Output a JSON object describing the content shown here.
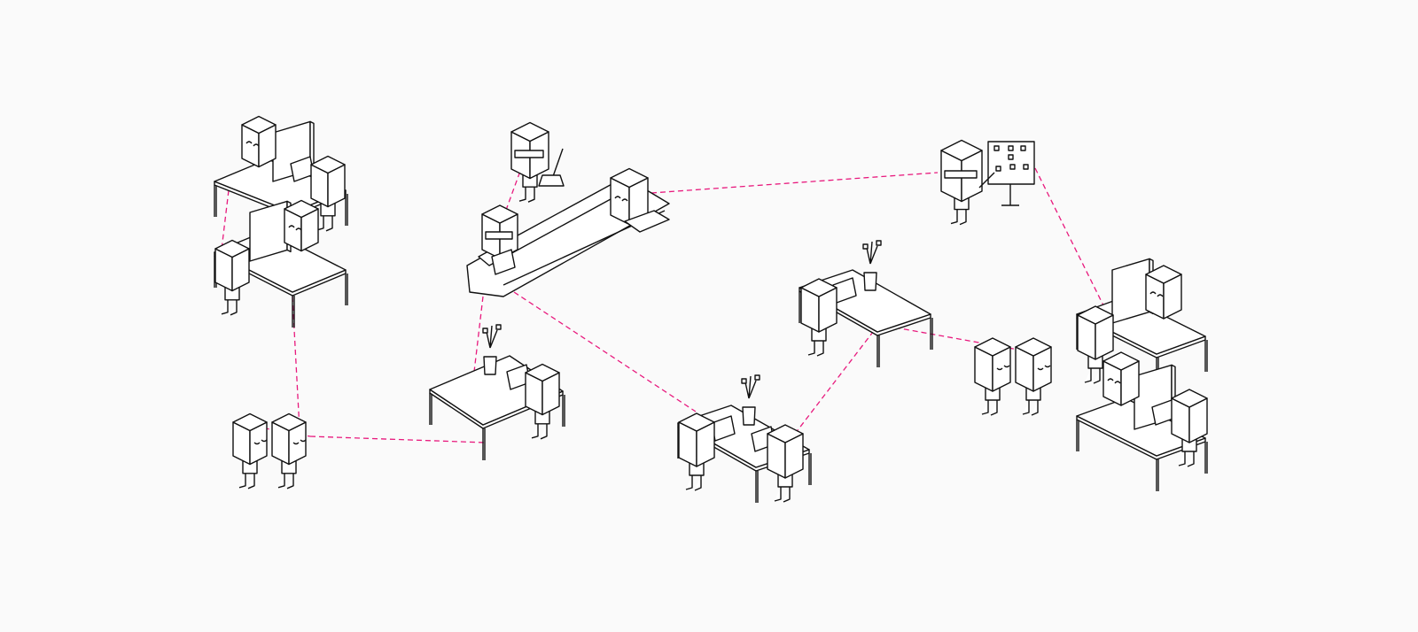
{
  "colors": {
    "background": "#fafafa",
    "outline": "#111111",
    "connector": "#e8197d"
  },
  "nodes": [
    {
      "id": "desk-cluster-left",
      "kind": "desks-pair",
      "people": 4
    },
    {
      "id": "couple-left",
      "kind": "couple",
      "people": 2
    },
    {
      "id": "desk-plant-left",
      "kind": "desk",
      "people": 1
    },
    {
      "id": "sofa",
      "kind": "sofa",
      "people": 2
    },
    {
      "id": "robot-broom",
      "kind": "robot",
      "people": 1
    },
    {
      "id": "presenter",
      "kind": "presenter",
      "people": 1
    },
    {
      "id": "desk-plant-center",
      "kind": "desk",
      "people": 1
    },
    {
      "id": "desk-plant-bottom",
      "kind": "desk",
      "people": 2
    },
    {
      "id": "couple-right",
      "kind": "couple",
      "people": 2
    },
    {
      "id": "desk-cluster-right",
      "kind": "desks-pair",
      "people": 4
    }
  ],
  "connections": [
    [
      "desk-cluster-left",
      "desk-cluster-left"
    ],
    [
      "desk-cluster-left",
      "couple-left"
    ],
    [
      "couple-left",
      "desk-plant-left"
    ],
    [
      "sofa",
      "desk-plant-left"
    ],
    [
      "robot-broom",
      "sofa"
    ],
    [
      "sofa",
      "presenter"
    ],
    [
      "presenter",
      "desk-cluster-right"
    ],
    [
      "sofa",
      "desk-plant-bottom"
    ],
    [
      "desk-plant-bottom",
      "desk-plant-center"
    ],
    [
      "desk-plant-center",
      "couple-right"
    ]
  ]
}
